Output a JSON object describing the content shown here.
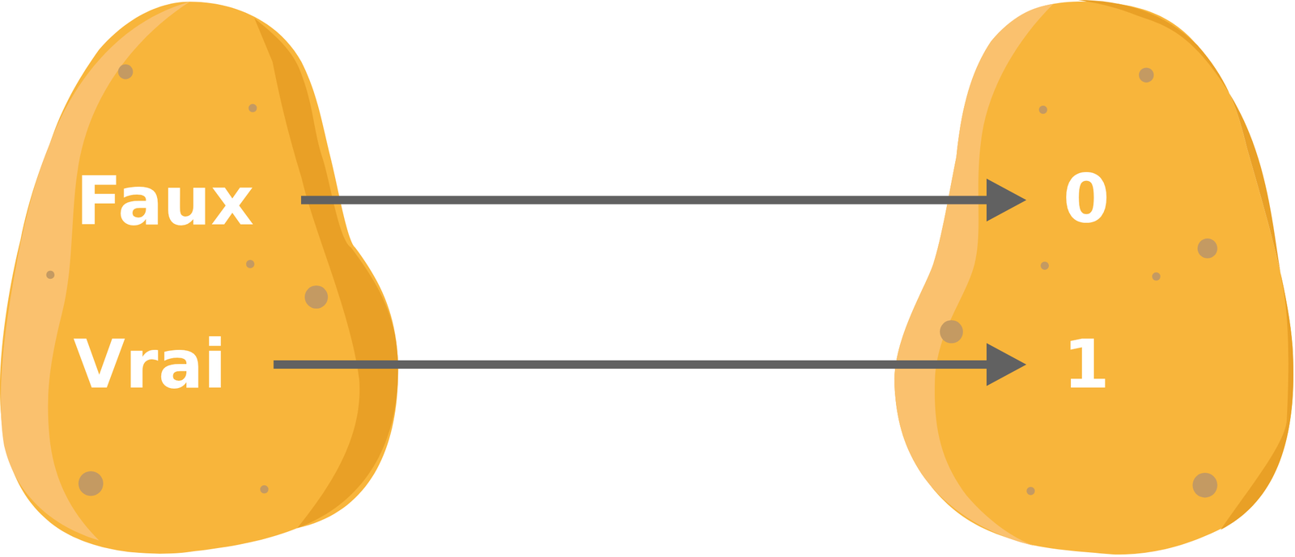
{
  "diagram": {
    "nodes": [
      {
        "text": [
          "Faux"
        ]
      },
      {
        "text": [
          "Vrai"
        ]
      },
      {
        "text": [
          "0"
        ]
      },
      {
        "text": [
          "1"
        ]
      }
    ],
    "edges": [
      {
        "from": 0,
        "to": 2,
        "arrow": "to"
      },
      {
        "from": 1,
        "to": 3,
        "arrow": "to"
      }
    ]
  }
}
